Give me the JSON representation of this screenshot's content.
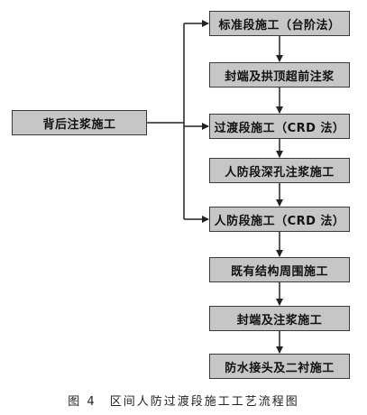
{
  "flowchart": {
    "left_box": "背后注浆施工",
    "steps": [
      "标准段施工（台阶法）",
      "封端及拱顶超前注浆",
      "过渡段施工（CRD 法）",
      "人防段深孔注浆施工",
      "人防段施工（CRD 法）",
      "既有结构周围施工",
      "封端及注浆施工",
      "防水接头及二衬施工"
    ]
  },
  "caption": "图 4　区间人防过渡段施工工艺流程图",
  "colors": {
    "box_fill": "#c6c6c6",
    "box_border": "#3a3a3a",
    "arrow": "#222222",
    "text": "#111111"
  }
}
